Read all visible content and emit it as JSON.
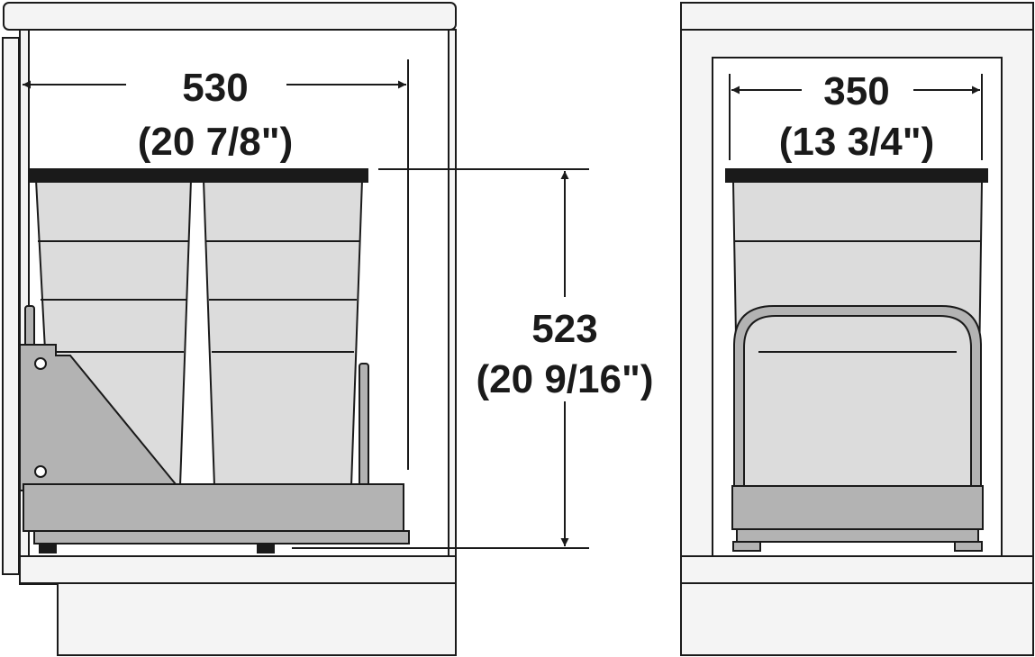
{
  "colors": {
    "outline": "#1a1a1a",
    "cabinet_fill": "#f4f4f4",
    "bin_fill": "#dcdcdc",
    "frame_fill": "#b3b3b3",
    "lid_fill": "#1a1a1a"
  },
  "dimensions": {
    "width_side": {
      "mm": "530",
      "inch": "(20 7/8\")"
    },
    "height_side": {
      "mm": "523",
      "inch": "(20 9/16\")"
    },
    "width_front": {
      "mm": "350",
      "inch": "(13 3/4\")"
    }
  }
}
